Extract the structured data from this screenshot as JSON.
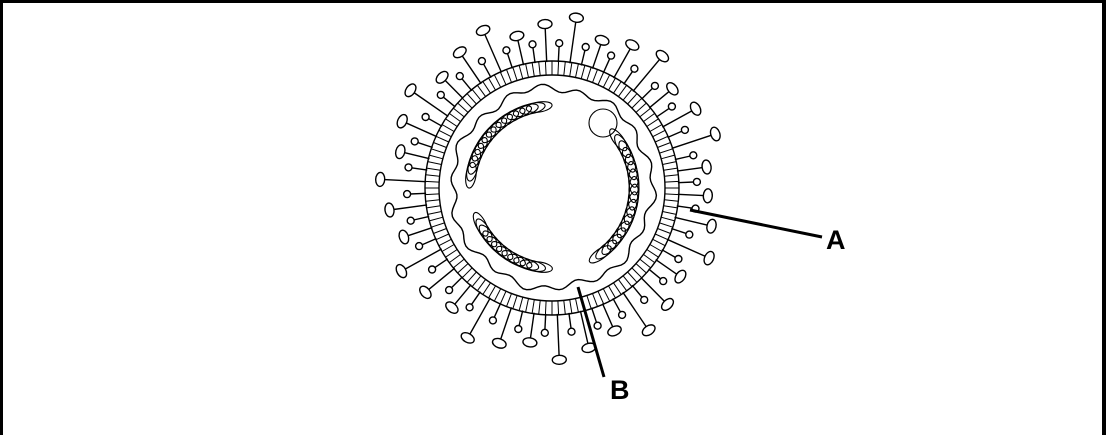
{
  "diagram": {
    "labels": [
      {
        "id": "A",
        "text": "A"
      },
      {
        "id": "B",
        "text": "B"
      }
    ]
  }
}
